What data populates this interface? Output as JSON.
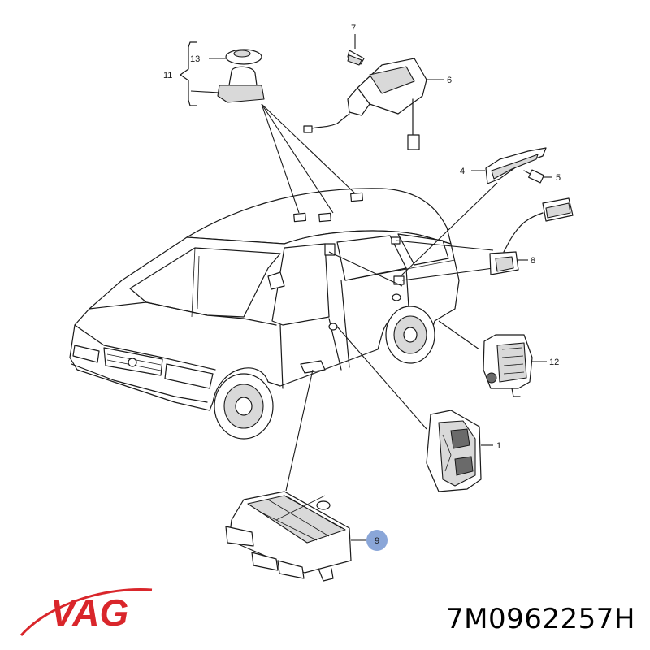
{
  "callouts": {
    "c1": "1",
    "c4": "4",
    "c5": "5",
    "c6": "6",
    "c7": "7",
    "c8": "8",
    "c9": "9",
    "c11": "11",
    "c12": "12",
    "c13": "13"
  },
  "highlight_color": "#8aa6d8",
  "brand": {
    "text": "VAG",
    "color": "#d9262b"
  },
  "part_number": "7M0962257H"
}
